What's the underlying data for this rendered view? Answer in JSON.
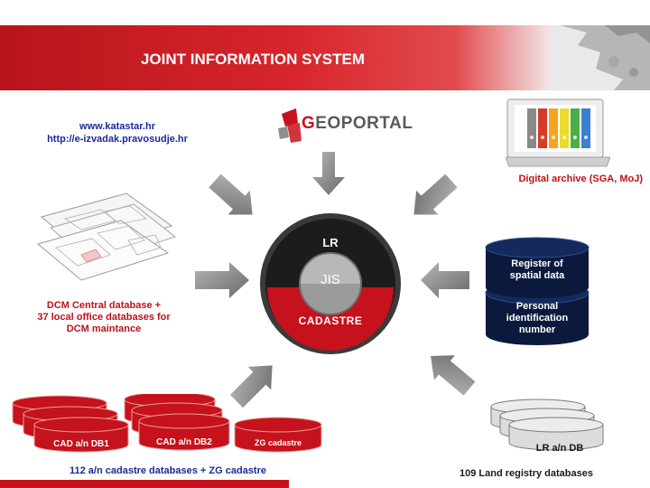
{
  "title": "JOINT INFORMATION SYSTEM",
  "links": [
    "www.katastar.hr",
    "http://e-izvadak.pravosudje.hr"
  ],
  "geoportal": {
    "prefix": "G",
    "rest": "EOPORTAL"
  },
  "archive_label": "Digital archive (SGA, MoJ)",
  "center": {
    "top": "LR",
    "middle": "JIS",
    "bottom": "CADASTRE"
  },
  "dcm_label": [
    "DCM Central database +",
    "37 local office databases for",
    "DCM maintance"
  ],
  "right_cylinders": [
    {
      "lines": [
        "Register of",
        "spatial data"
      ]
    },
    {
      "lines": [
        "Personal",
        "identification",
        "number"
      ]
    }
  ],
  "cad_db": {
    "db1": "CAD a/n DB1",
    "db2": "CAD a/n DB2",
    "zg": "ZG cadastre"
  },
  "lr_db": "LR a/n DB",
  "bottom_left_caption": "112 a/n cadastre databases + ZG cadastre",
  "bottom_right_caption": "109 Land registry databases",
  "colors": {
    "brand_red": "#c5121c",
    "link_blue": "#1a2a9a",
    "navy": "#0b1a3c"
  }
}
